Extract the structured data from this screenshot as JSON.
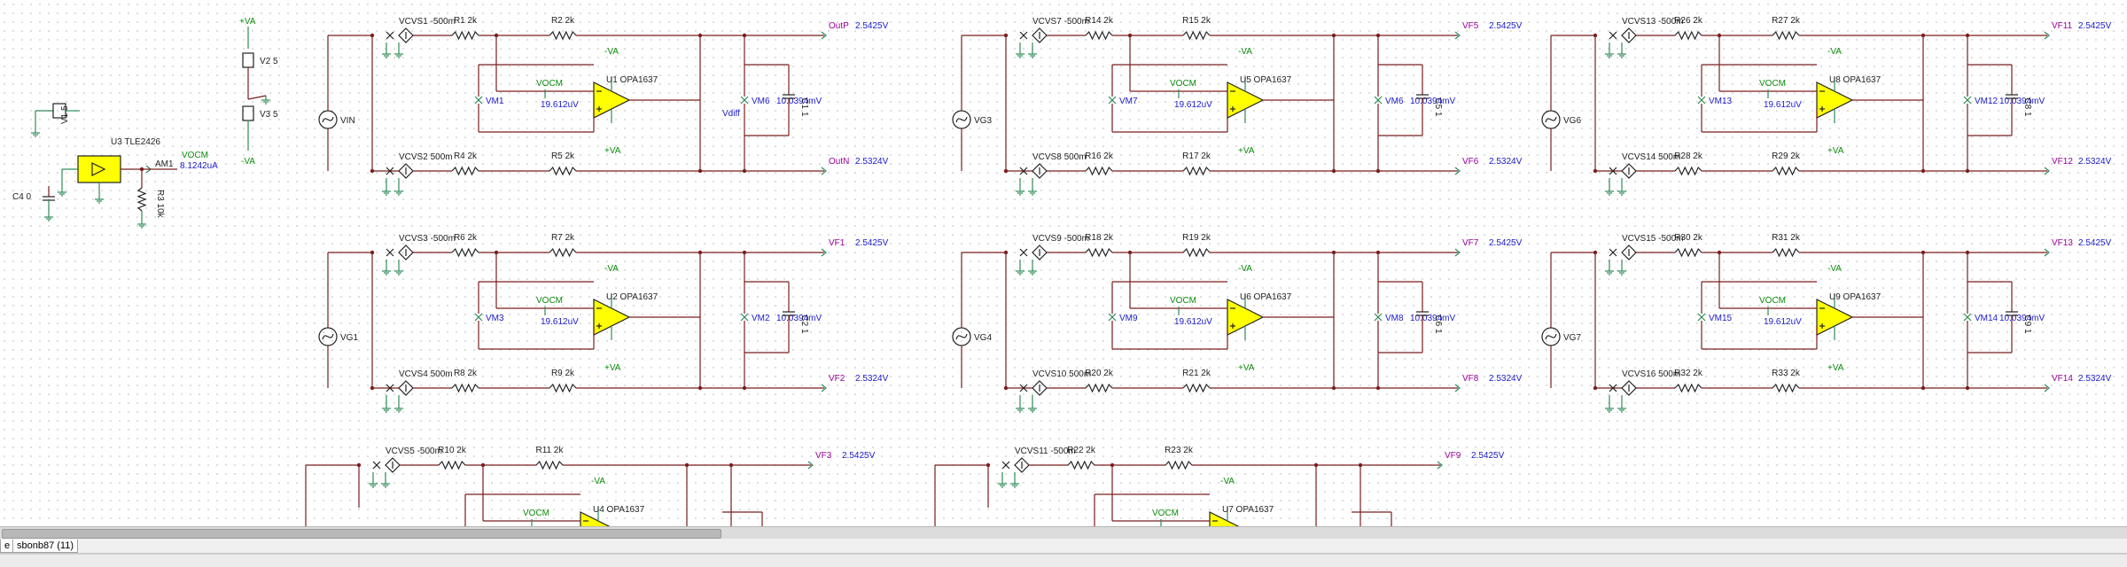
{
  "top": {
    "rails": {
      "pos": "+VA",
      "neg": "-VA"
    },
    "sources": [
      {
        "name": "V2 5"
      },
      {
        "name": "V3 5"
      },
      {
        "name": "V1 5"
      }
    ],
    "ref": {
      "name": "U3 TLE2426",
      "ammeter": "AM1",
      "meas_label": "VOCM",
      "meas_value": "8.1242uA",
      "resistor": "R3 10k",
      "cap": "C4 0"
    }
  },
  "blocks": [
    {
      "src": "VIN",
      "vcvs_top": "VCVS1 -500m",
      "vcvs_bot": "VCVS2 500m",
      "r_in_top": "R1 2k",
      "r_fb_top": "R2 2k",
      "r_in_bot": "R4 2k",
      "r_fb_bot": "R5 2k",
      "opamp": "U1 OPA1637",
      "vm_left": "VM1",
      "vm_right": "VM6",
      "extra": "Vdiff",
      "vocm": "VOCM",
      "vocm_val": "19.612uV",
      "vm_val": "10.0394mV",
      "cap": "C1 1",
      "out_top": "OutP",
      "out_top_val": "2.5425V",
      "out_bot": "OutN",
      "out_bot_val": "2.5324V"
    },
    {
      "src": "VG3",
      "vcvs_top": "VCVS7 -500m",
      "vcvs_bot": "VCVS8 500m",
      "r_in_top": "R14 2k",
      "r_fb_top": "R15 2k",
      "r_in_bot": "R16 2k",
      "r_fb_bot": "R17 2k",
      "opamp": "U5 OPA1637",
      "vm_left": "VM7",
      "vm_right": "VM6",
      "extra": "",
      "vocm": "VOCM",
      "vocm_val": "19.612uV",
      "vm_val": "10.0394mV",
      "cap": "C5 1",
      "out_top": "VF5",
      "out_top_val": "2.5425V",
      "out_bot": "VF6",
      "out_bot_val": "2.5324V"
    },
    {
      "src": "VG6",
      "vcvs_top": "VCVS13 -500m",
      "vcvs_bot": "VCVS14 500m",
      "r_in_top": "R26 2k",
      "r_fb_top": "R27 2k",
      "r_in_bot": "R28 2k",
      "r_fb_bot": "R29 2k",
      "opamp": "U8 OPA1637",
      "vm_left": "VM13",
      "vm_right": "VM12",
      "extra": "",
      "vocm": "VOCM",
      "vocm_val": "19.612uV",
      "vm_val": "10.0394mV",
      "cap": "C8 1",
      "out_top": "VF11",
      "out_top_val": "2.5425V",
      "out_bot": "VF12",
      "out_bot_val": "2.5324V"
    },
    {
      "src": "VG1",
      "vcvs_top": "VCVS3 -500m",
      "vcvs_bot": "VCVS4 500m",
      "r_in_top": "R6 2k",
      "r_fb_top": "R7 2k",
      "r_in_bot": "R8 2k",
      "r_fb_bot": "R9 2k",
      "opamp": "U2 OPA1637",
      "vm_left": "VM3",
      "vm_right": "VM2",
      "extra": "",
      "vocm": "VOCM",
      "vocm_val": "19.612uV",
      "vm_val": "10.0394mV",
      "cap": "C2 1",
      "out_top": "VF1",
      "out_top_val": "2.5425V",
      "out_bot": "VF2",
      "out_bot_val": "2.5324V"
    },
    {
      "src": "VG4",
      "vcvs_top": "VCVS9 -500m",
      "vcvs_bot": "VCVS10 500m",
      "r_in_top": "R18 2k",
      "r_fb_top": "R19 2k",
      "r_in_bot": "R20 2k",
      "r_fb_bot": "R21 2k",
      "opamp": "U6 OPA1637",
      "vm_left": "VM9",
      "vm_right": "VM8",
      "extra": "",
      "vocm": "VOCM",
      "vocm_val": "19.612uV",
      "vm_val": "10.0394mV",
      "cap": "C6 1",
      "out_top": "VF7",
      "out_top_val": "2.5425V",
      "out_bot": "VF8",
      "out_bot_val": "2.5324V"
    },
    {
      "src": "VG7",
      "vcvs_top": "VCVS15 -500m",
      "vcvs_bot": "VCVS16 500m",
      "r_in_top": "R30 2k",
      "r_fb_top": "R31 2k",
      "r_in_bot": "R32 2k",
      "r_fb_bot": "R33 2k",
      "opamp": "U9 OPA1637",
      "vm_left": "VM15",
      "vm_right": "VM14",
      "extra": "",
      "vocm": "VOCM",
      "vocm_val": "19.612uV",
      "vm_val": "10.0394mV",
      "cap": "C9 1",
      "out_top": "VF13",
      "out_top_val": "2.5425V",
      "out_bot": "VF14",
      "out_bot_val": "2.5324V"
    },
    {
      "src": "",
      "vcvs_top": "VCVS5 -500m",
      "r_in_top": "R10 2k",
      "r_fb_top": "R11 2k",
      "opamp": "U4 OPA1637",
      "vocm": "VOCM",
      "out_top": "VF3",
      "out_top_val": "2.5425V"
    },
    {
      "src": "",
      "vcvs_top": "VCVS11 -500m",
      "r_in_top": "R22 2k",
      "r_fb_top": "R23 2k",
      "opamp": "U7 OPA1637",
      "vocm": "VOCM",
      "out_top": "VF9",
      "out_top_val": "2.5425V"
    }
  ],
  "tabs": {
    "partial": "e",
    "active": "sbonb87 (11)"
  },
  "colors": {
    "wire": "#7a1e1e",
    "pin": "#2e8b57",
    "opamp_fill": "#ffff00",
    "value": "#1a1acc",
    "node_label": "#990099"
  }
}
